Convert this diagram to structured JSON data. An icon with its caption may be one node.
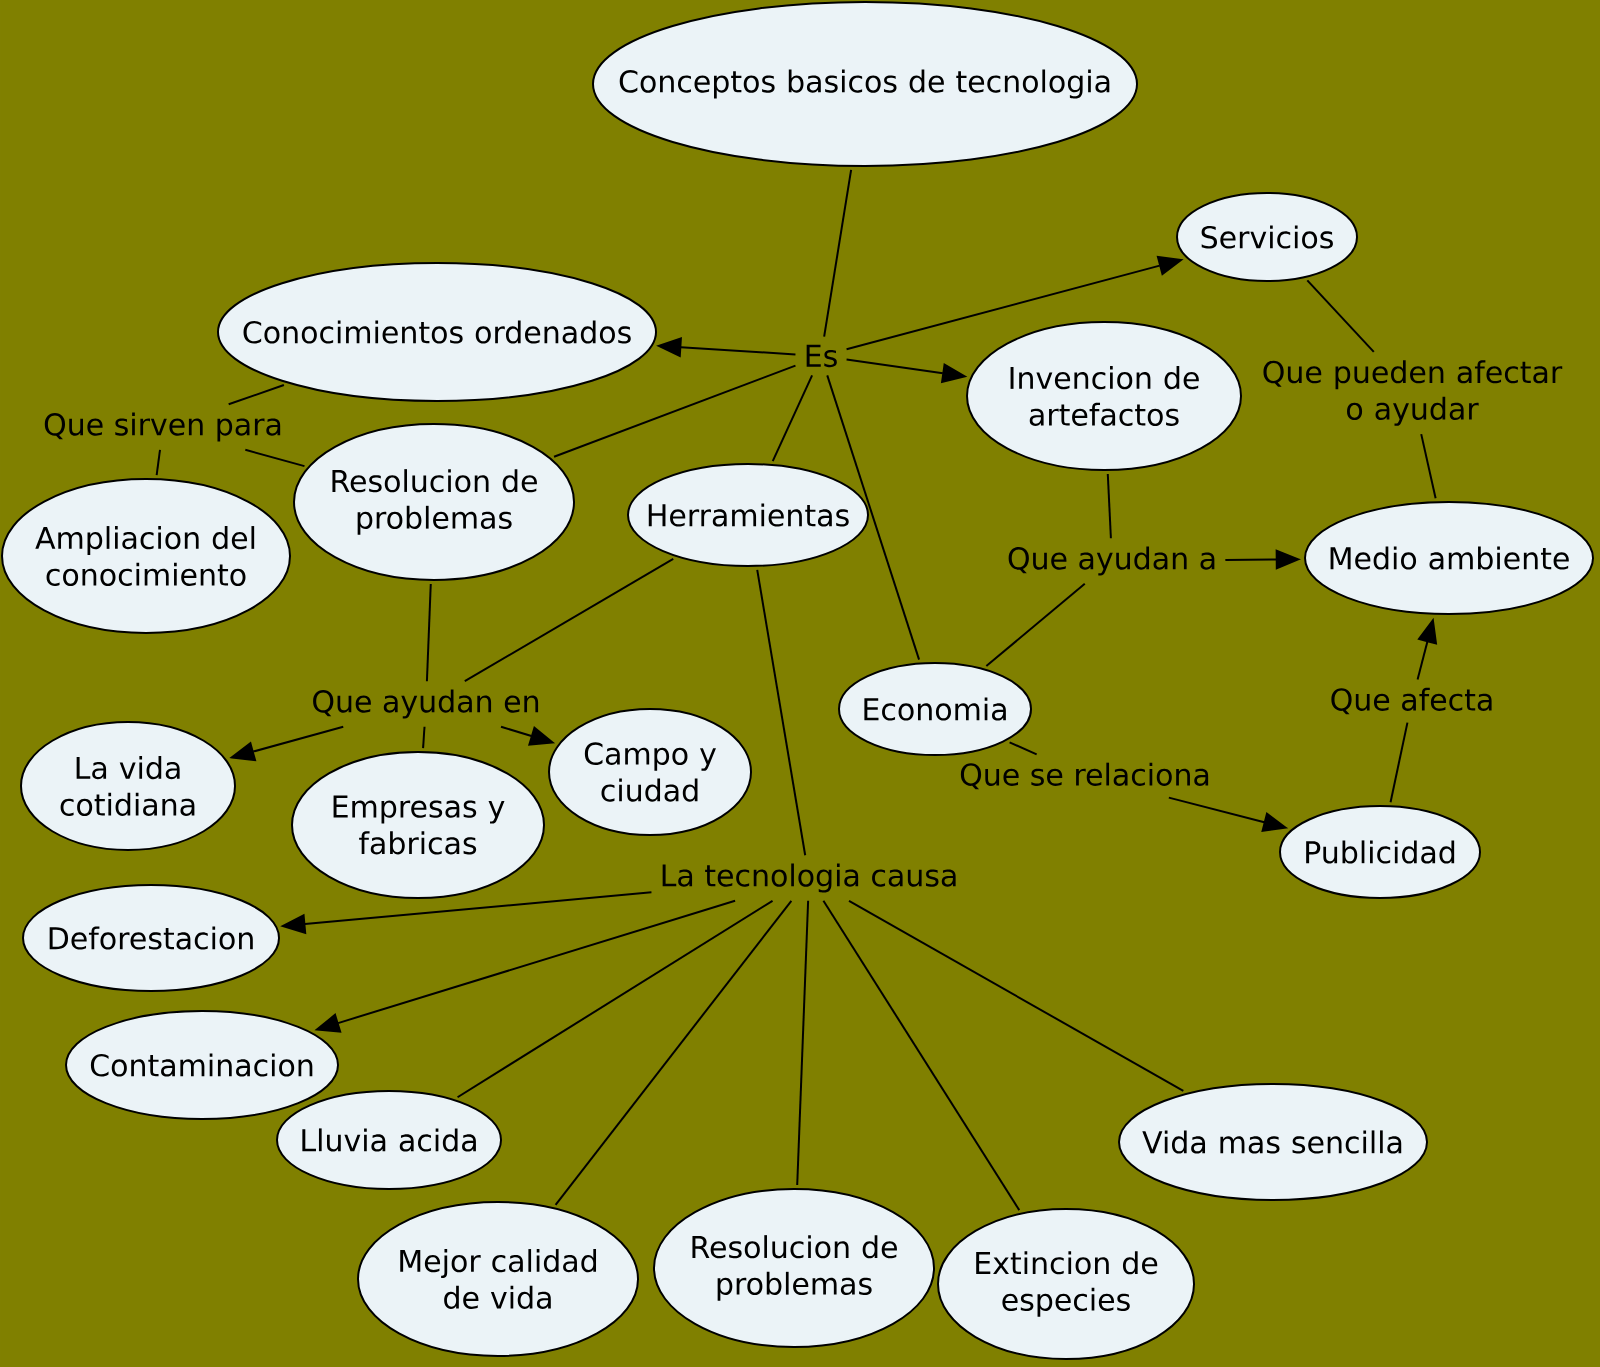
{
  "diagram": {
    "nodes": [
      {
        "text": [
          "Conceptos basicos de tecnologia"
        ]
      },
      {
        "text": [
          "Es"
        ]
      },
      {
        "text": [
          "Servicios"
        ]
      },
      {
        "text": [
          "Conocimientos ordenados"
        ]
      },
      {
        "text": [
          "Invencion de artefactos"
        ]
      },
      {
        "text": [
          "Que sirven para"
        ]
      },
      {
        "text": [
          "Resolucion de problemas"
        ]
      },
      {
        "text": [
          "Herramientas"
        ]
      },
      {
        "text": [
          "Que pueden afectar o ayudar"
        ]
      },
      {
        "text": [
          "Ampliacion del conocimiento"
        ]
      },
      {
        "text": [
          "Medio ambiente"
        ]
      },
      {
        "text": [
          "Que ayudan a"
        ]
      },
      {
        "text": [
          "Economia"
        ]
      },
      {
        "text": [
          "Que ayudan en"
        ]
      },
      {
        "text": [
          "La vida cotidiana"
        ]
      },
      {
        "text": [
          "Empresas y fabricas"
        ]
      },
      {
        "text": [
          "Campo y ciudad"
        ]
      },
      {
        "text": [
          "Que afecta"
        ]
      },
      {
        "text": [
          "Que se relaciona"
        ]
      },
      {
        "text": [
          "Publicidad"
        ]
      },
      {
        "text": [
          "La tecnologia causa"
        ]
      },
      {
        "text": [
          "Deforestacion"
        ]
      },
      {
        "text": [
          "Contaminacion"
        ]
      },
      {
        "text": [
          "Lluvia acida"
        ]
      },
      {
        "text": [
          "Vida mas sencilla"
        ]
      },
      {
        "text": [
          "Mejor calidad de vida"
        ]
      },
      {
        "text": [
          "Resolucion de problemas"
        ]
      },
      {
        "text": [
          "Extincion de especies"
        ]
      }
    ],
    "edges": [
      {
        "from": 0,
        "to": 1,
        "arrow": "none"
      },
      {
        "from": 1,
        "to": 3,
        "arrow": "to"
      },
      {
        "from": 1,
        "to": 2,
        "arrow": "to"
      },
      {
        "from": 1,
        "to": 4,
        "arrow": "to"
      },
      {
        "from": 1,
        "to": 6,
        "arrow": "none"
      },
      {
        "from": 1,
        "to": 7,
        "arrow": "none"
      },
      {
        "from": 1,
        "to": 12,
        "arrow": "none"
      },
      {
        "from": 3,
        "to": 5,
        "arrow": "none"
      },
      {
        "from": 5,
        "to": 9,
        "arrow": "none"
      },
      {
        "from": 5,
        "to": 6,
        "arrow": "none"
      },
      {
        "from": 2,
        "to": 8,
        "arrow": "none"
      },
      {
        "from": 8,
        "to": 10,
        "arrow": "none"
      },
      {
        "from": 4,
        "to": 11,
        "arrow": "none"
      },
      {
        "from": 11,
        "to": 10,
        "arrow": "to"
      },
      {
        "from": 12,
        "to": 11,
        "arrow": "none"
      },
      {
        "from": 6,
        "to": 13,
        "arrow": "none"
      },
      {
        "from": 7,
        "to": 13,
        "arrow": "none"
      },
      {
        "from": 13,
        "to": 14,
        "arrow": "to"
      },
      {
        "from": 13,
        "to": 15,
        "arrow": "none"
      },
      {
        "from": 13,
        "to": 16,
        "arrow": "to"
      },
      {
        "from": 12,
        "to": 18,
        "arrow": "none"
      },
      {
        "from": 18,
        "to": 19,
        "arrow": "to"
      },
      {
        "from": 19,
        "to": 17,
        "arrow": "none"
      },
      {
        "from": 17,
        "to": 10,
        "arrow": "to"
      },
      {
        "from": 7,
        "to": 20,
        "arrow": "none"
      },
      {
        "from": 20,
        "to": 21,
        "arrow": "to"
      },
      {
        "from": 20,
        "to": 22,
        "arrow": "to"
      },
      {
        "from": 20,
        "to": 23,
        "arrow": "none"
      },
      {
        "from": 20,
        "to": 25,
        "arrow": "none"
      },
      {
        "from": 20,
        "to": 26,
        "arrow": "none"
      },
      {
        "from": 20,
        "to": 27,
        "arrow": "none"
      },
      {
        "from": 20,
        "to": 24,
        "arrow": "none"
      }
    ]
  }
}
